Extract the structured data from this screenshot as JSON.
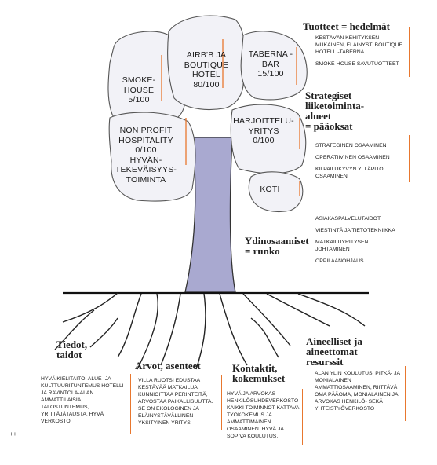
{
  "clouds": {
    "smokehouse": "SMOKE-\nHOUSE\n5/100",
    "airbnb": "AIRB'B JA\nBOUTIQUE\nHOTEL\n80/100",
    "taberna": "TABERNA -\nBAR\n15/100",
    "nonprofit": "NON PROFIT\nHOSPITALITY\n0/100\nHYVÄN-\nTEKEVÄISYYS-\nTOIMINTA",
    "harjoittelu": "HARJOITTELU-\nYRITYS\n0/100",
    "koti": "KOTI"
  },
  "headings": {
    "tuotteet": "Tuotteet = hedelmät",
    "strategiset": "Strategiset\nliiketoiminta-\nalueet\n= pääoksat",
    "ydinosaamiset": "Ydinosaamiset\n= runko",
    "tiedot": "Tiedot,\ntaidot",
    "arvot": "Arvot, asenteet",
    "kontaktit": "Kontaktit,\nkokemukset",
    "aineelliset": "Aineelliset ja\naineettomat\nresurssit"
  },
  "lists": {
    "tuotteet": [
      "KESTÄVÄN KEHITYKSEN MUKAINEN, ELÄINYST. BOUTIQUE HOTELLI-TABERNA",
      "SMOKE-HOUSE SAVUTUOTTEET"
    ],
    "strategiset": [
      "STRATEGINEN OSAAMINEN",
      "OPERATIIVINEN OSAAMINEN",
      "KILPAILUKYVYN YLLÄPITO OSAAMINEN"
    ],
    "ydinosaamiset": [
      "ASIAKASPALVELUTAIDOT",
      "VIESTINTÄ JA TIETOTEKNIIKKA",
      "MATKAILUYRITYSEN JOHTAMINEN",
      "OPPILAANOHJAUS"
    ]
  },
  "roots": {
    "tiedot": "HYVÄ KIELITAITO, ALUE- JA KULTTUURITUNTEMUS HOTELLI- JA RAVINTOLA-ALAN AMMATTILAISIA, TALOSTUNTEMUS, YRITTÄJÄTAUSTA. HYVÄ VERKOSTO",
    "arvot": "VILLA RUOTSI EDUSTAA KESTÄVÄÄ MATKAILUA, KUNNIOITTAA PERINTEITÄ, ARVOSTAA PAIKALLISUUTTA. SE ON EKOLOGINEN JA ELÄINYSTÄVÄLLINEN YKSITYINEN YRITYS.",
    "kontaktit": "HYVÄ JA ARVOKAS HENKILÖSUHDEVERKOSTO KAIKKI TOIMINNOT KATTAVA TYÖKOKEMUS JA AMMATTIMAINEN OSAAMINEN. HYVÄ JA SOPIVA KOULUTUS.",
    "aineelliset": "ALAN YLIN KOULUTUS, PITKÄ- JA MONIALAINEN AMMATTIOSAAMINEN, RIITTÄVÄ OMA PÄÄOMA, MONIALAINEN JA ARVOKAS HENKILÖ- SEKÄ YHTEISTYÖVERKOSTO"
  },
  "footer_mark": "++",
  "colors": {
    "trunk": "#a9a9d0",
    "cloud": "#f2f2f7",
    "accent_bar": "#e8772e"
  }
}
